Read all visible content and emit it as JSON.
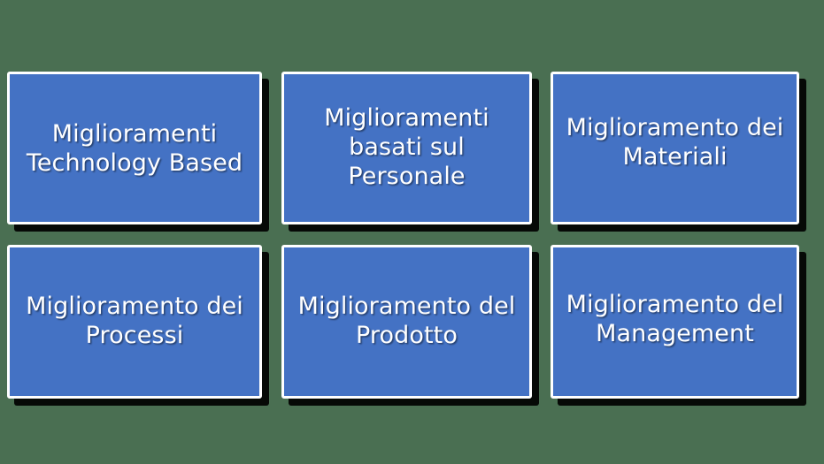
{
  "slide": {
    "background_color": "#4a6f52",
    "box_fill_color": "#4472c4",
    "box_border_color": "#ffffff",
    "box_shadow_color": "#000000",
    "text_color": "#ffffff"
  },
  "boxes": [
    {
      "id": "technology",
      "label": "Miglioramenti\nTechnology Based",
      "row": 1,
      "column": 1
    },
    {
      "id": "personale",
      "label": "Miglioramenti\nbasati sul\nPersonale",
      "row": 1,
      "column": 2
    },
    {
      "id": "materiali",
      "label": "Miglioramento dei\nMateriali",
      "row": 1,
      "column": 3
    },
    {
      "id": "processi",
      "label": "Miglioramento dei\nProcessi",
      "row": 2,
      "column": 1
    },
    {
      "id": "prodotto",
      "label": "Miglioramento del\nProdotto",
      "row": 2,
      "column": 2
    },
    {
      "id": "management",
      "label": "Miglioramento del\nManagement",
      "row": 2,
      "column": 3
    }
  ]
}
